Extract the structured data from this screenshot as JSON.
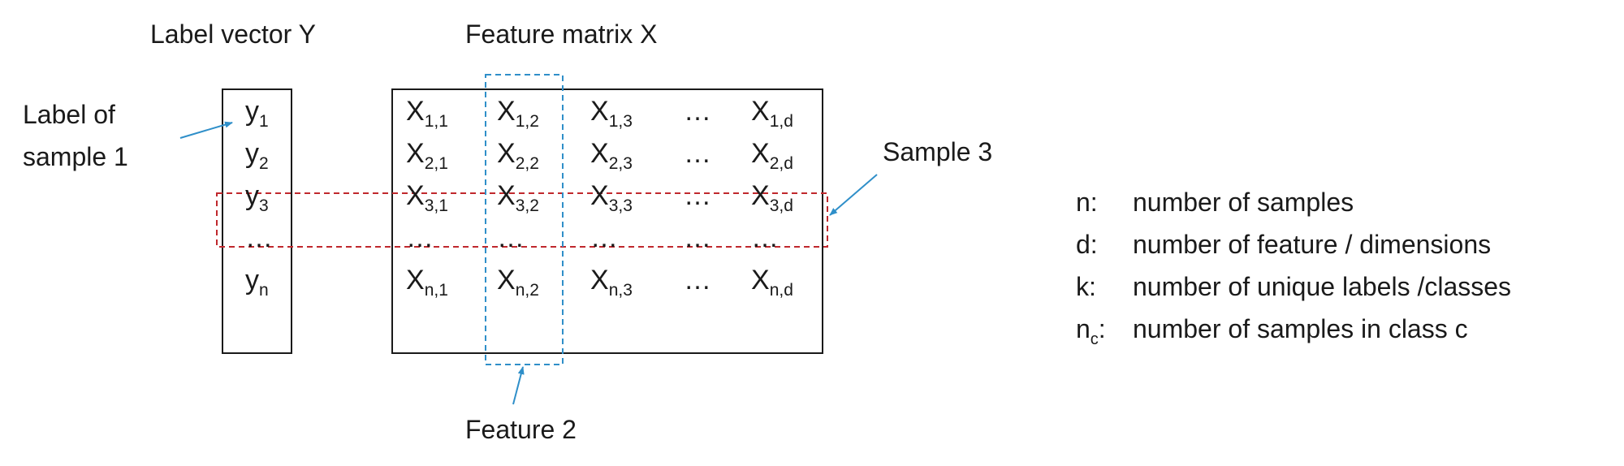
{
  "label_vector": {
    "title": "Label vector Y",
    "entries": [
      {
        "base": "y",
        "sub": "1"
      },
      {
        "base": "y",
        "sub": "2"
      },
      {
        "base": "y",
        "sub": "3"
      },
      {
        "base": "…",
        "sub": ""
      },
      {
        "base": "y",
        "sub": "n"
      }
    ]
  },
  "feature_matrix": {
    "title": "Feature matrix X",
    "rows": [
      [
        {
          "base": "X",
          "sub": "1,1"
        },
        {
          "base": "X",
          "sub": "1,2"
        },
        {
          "base": "X",
          "sub": "1,3"
        },
        {
          "base": "…",
          "sub": ""
        },
        {
          "base": "X",
          "sub": "1,d"
        }
      ],
      [
        {
          "base": "X",
          "sub": "2,1"
        },
        {
          "base": "X",
          "sub": "2,2"
        },
        {
          "base": "X",
          "sub": "2,3"
        },
        {
          "base": "…",
          "sub": ""
        },
        {
          "base": "X",
          "sub": "2,d"
        }
      ],
      [
        {
          "base": "X",
          "sub": "3,1"
        },
        {
          "base": "X",
          "sub": "3,2"
        },
        {
          "base": "X",
          "sub": "3,3"
        },
        {
          "base": "…",
          "sub": ""
        },
        {
          "base": "X",
          "sub": "3,d"
        }
      ],
      [
        {
          "base": "…",
          "sub": ""
        },
        {
          "base": "…",
          "sub": ""
        },
        {
          "base": "…",
          "sub": ""
        },
        {
          "base": "…",
          "sub": ""
        },
        {
          "base": "…",
          "sub": ""
        }
      ],
      [
        {
          "base": "X",
          "sub": "n,1"
        },
        {
          "base": "X",
          "sub": "n,2"
        },
        {
          "base": "X",
          "sub": "n,3"
        },
        {
          "base": "…",
          "sub": ""
        },
        {
          "base": "X",
          "sub": "n,d"
        }
      ]
    ]
  },
  "annotations": {
    "label_of_sample": [
      "Label of",
      "sample 1"
    ],
    "sample_row": "Sample 3",
    "feature_column": "Feature 2"
  },
  "legend": [
    {
      "term": "n",
      "term_sub": "",
      "description": "number of samples"
    },
    {
      "term": "d",
      "term_sub": "",
      "description": "number of feature / dimensions"
    },
    {
      "term": "k",
      "term_sub": "",
      "description": "number of unique labels /classes"
    },
    {
      "term": "n",
      "term_sub": "c",
      "description": "number of samples in class c"
    }
  ],
  "colors": {
    "text": "#1a1a1a",
    "box_border": "#1a1a1a",
    "row_highlight": "#c0282d",
    "column_highlight": "#2f8fc9",
    "arrow": "#2f8fc9"
  }
}
